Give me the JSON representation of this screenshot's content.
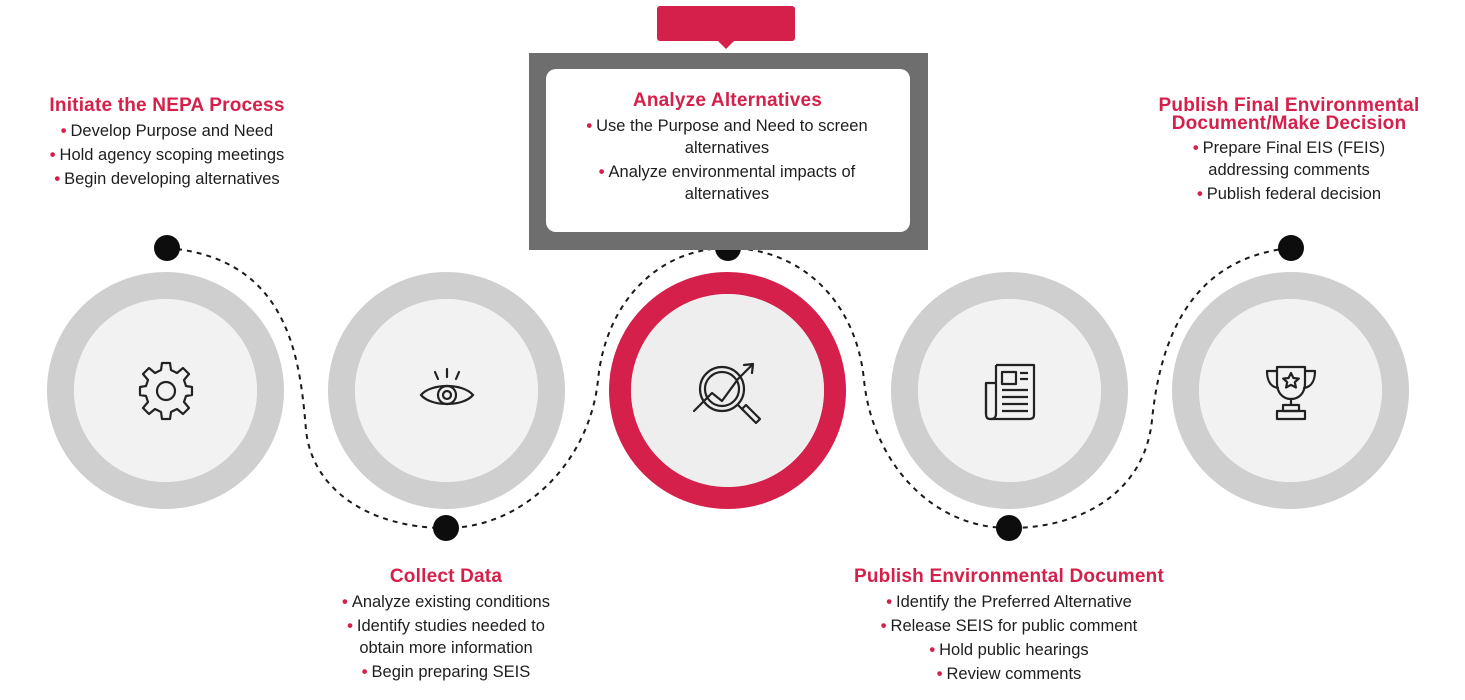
{
  "steps": [
    {
      "title": "Initiate the NEPA Process",
      "bullets": [
        "Develop Purpose and Need",
        "Hold agency scoping meetings",
        "Begin developing alternatives"
      ],
      "icon": "gear-icon"
    },
    {
      "title": "Collect Data",
      "bullets": [
        "Analyze existing conditions",
        "Identify studies needed to obtain more information",
        "Begin preparing SEIS"
      ],
      "icon": "eye-icon"
    },
    {
      "title": "Analyze Alternatives",
      "bullets": [
        "Use the Purpose and Need to screen alternatives",
        "Analyze environmental impacts of alternatives"
      ],
      "icon": "magnifier-chart-icon",
      "current": true
    },
    {
      "title": "Publish Environmental Document",
      "bullets": [
        "Identify the Preferred Alternative",
        "Release SEIS for public comment",
        "Hold public hearings",
        "Review comments"
      ],
      "icon": "document-icon"
    },
    {
      "title": "Publish Final Environmental Document/Make Decision",
      "bullets": [
        "Prepare Final EIS (FEIS) addressing comments",
        "Publish federal decision"
      ],
      "icon": "trophy-icon"
    }
  ],
  "colors": {
    "accent": "#d4204a",
    "ring": "#cfcfcf",
    "inner": "#f2f2f2",
    "highlight_frame": "#6e6e6e",
    "dot": "#0d0d0d"
  }
}
